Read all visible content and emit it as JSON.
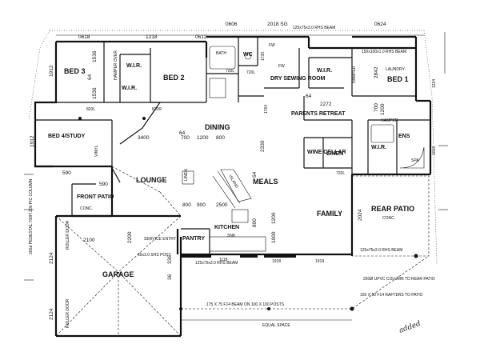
{
  "rooms": {
    "bed3": "BED 3",
    "wir1": "W.I.R.",
    "wir2": "W.I.R.",
    "bed2": "BED 2",
    "bath": "BATH",
    "wc": "WC",
    "dry_sewing": "DRY SEWING ROOM",
    "wir3": "W.I.R.",
    "bed1": "BED 1",
    "laundry": "LAUNDRY",
    "parents_retreat": "PARENTS RETREAT",
    "bed4": "BED 4/STUDY",
    "dining": "DINING",
    "lounge": "LOUNGE",
    "meals": "MEALS",
    "front_patio": "FRONT PATIO",
    "family": "FAMILY",
    "rear_patio": "REAR PATIO",
    "kitchen": "KITCHEN",
    "pantry": "PANTRY",
    "garage": "GARAGE",
    "wine_cellar": "WINE CELLAR",
    "linen": "LINEN",
    "ens": "ENS",
    "wir4": "W.I.R.",
    "spa": "SPA",
    "service_entry": "SERVICE ENTRY"
  },
  "labels": {
    "beam_top": "125x75x3.0 RHS BEAM",
    "beam_rear": "125x75x3.0 RHS BEAM",
    "beam_garage": "125x75x3.0 RHS BEAM",
    "post": "65x3.0 SHS POST",
    "upvc": "250Ø UPVC COLUMN TO REAR PATIO",
    "rafters": "150 X 50 F14 RAFTERS TO PATIO",
    "beam_bottom": "175 X 75 F14 BEAM ON 100 X 100 POSTS",
    "equal_space": "EQUAL SPACE",
    "pedestal": "300ø PEDESTAL 700H 200 PIC COLUMN",
    "roller_door1": "ROLLER DOOR",
    "roller_door2": "ROLLER DOOR",
    "hamper1": "HAMPER OVER",
    "hamper2": "HAMPER",
    "hamper3": "HAMPER",
    "fw1": "FW",
    "fw2": "FW",
    "sink": "SNK",
    "island": "ISLAND",
    "conc1": "CONC.",
    "conc2": "CONC.",
    "vinyl": "VINYL",
    "linen_small": "LINEN",
    "added": "added"
  },
  "dims": {
    "d0618": "0618",
    "d1218a": "1218",
    "d0612": "0612",
    "d0606": "0606",
    "d2018": "2018 SG",
    "d0624": "0624",
    "d1536a": "1536",
    "d1536b": "1536",
    "d1912a": "1912",
    "d1912b": "1912",
    "d820a": "820L",
    "d820b": "820R",
    "d720a": "720L",
    "d720b": "720L",
    "d1730": "1730",
    "d2272": "2272",
    "d2842": "2842",
    "d700a": "700",
    "d64a": "64",
    "d64b": "64",
    "d64c": "64",
    "d64d": "64",
    "d1764": "1764",
    "d3400": "3400",
    "d700b": "700",
    "d1200a": "1200",
    "d800a": "800",
    "d2330": "2330",
    "d1200b": "1200",
    "d1018": "1018",
    "d1224": "1224",
    "d590a": "590",
    "d590b": "590",
    "d800b": "800",
    "d900": "900",
    "d2500": "2500",
    "d1200c": "1200",
    "d800c": "800",
    "d1000": "1000",
    "d2024": "2024",
    "d1918a": "1918",
    "d1918b": "1918",
    "d2100": "2100",
    "d2200": "2200",
    "d336": "336",
    "d36": "36",
    "d1118": "1118",
    "d2124a": "2124",
    "d2124b": "2124",
    "d720c": "720L",
    "d1500": "150x100x1.0 RHS BEAM"
  }
}
